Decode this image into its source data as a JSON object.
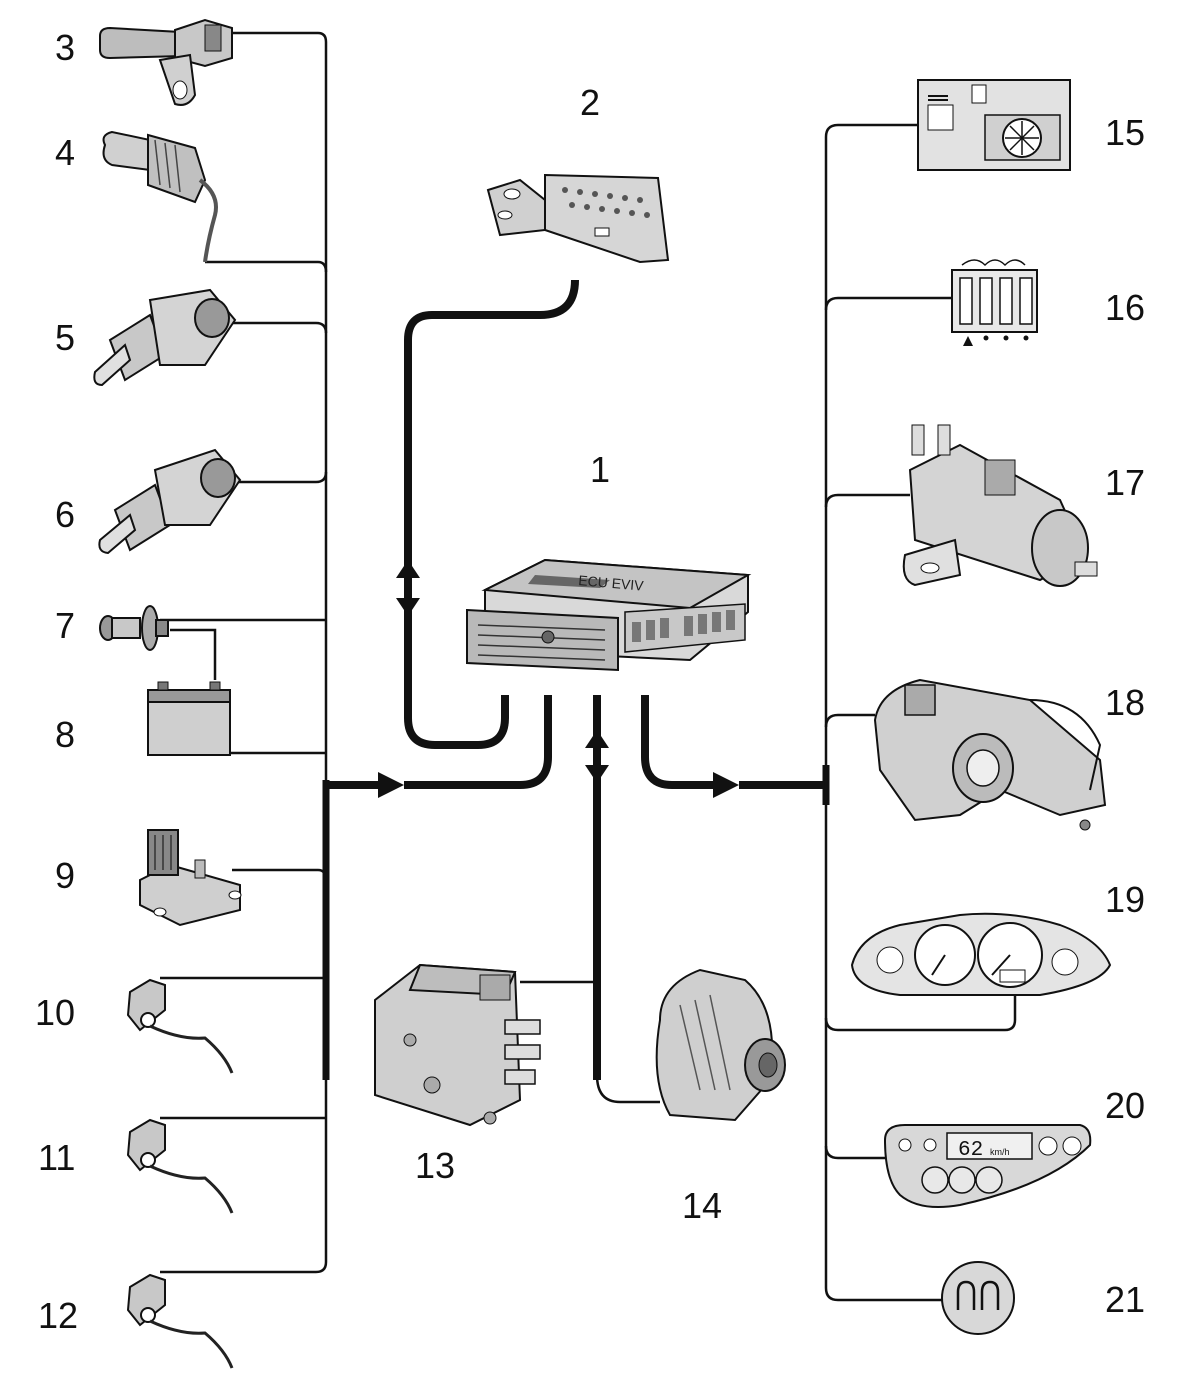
{
  "numbers": {
    "n1": "1",
    "n2": "2",
    "n3": "3",
    "n4": "4",
    "n5": "5",
    "n6": "6",
    "n7": "7",
    "n8": "8",
    "n9": "9",
    "n10": "10",
    "n11": "11",
    "n12": "12",
    "n13": "13",
    "n14": "14",
    "n15": "15",
    "n16": "16",
    "n17": "17",
    "n18": "18",
    "n19": "19",
    "n20": "20",
    "n21": "21"
  },
  "ecu_label": "ECU EVIV",
  "display_20": {
    "value": "62",
    "unit": "km/h"
  },
  "colors": {
    "line": "#111111",
    "part_fill": "#d6d6d6",
    "part_dark": "#8e8e8e",
    "panel_fill": "#e2e2e2"
  }
}
